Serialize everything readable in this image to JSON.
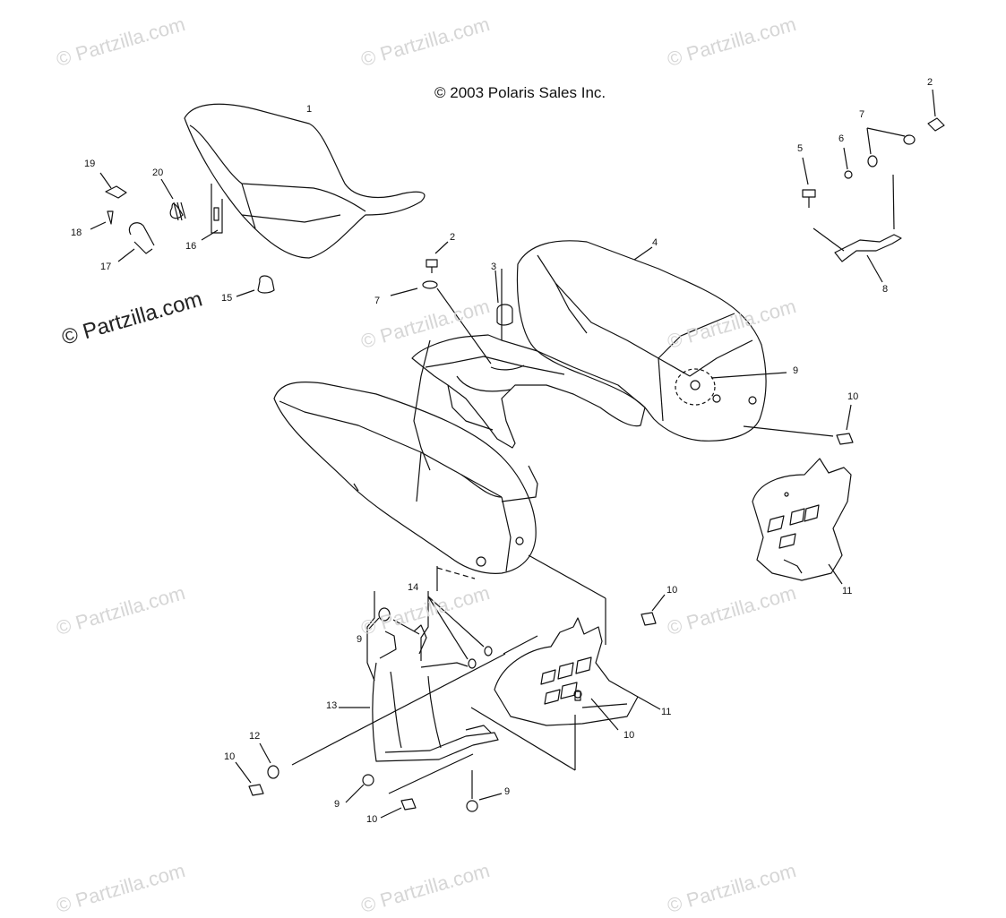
{
  "copyright": "© 2003 Polaris Sales Inc.",
  "watermark_main": "© Partzilla.com",
  "watermark_faint": "© Partzilla.com",
  "callouts": [
    "1",
    "2",
    "3",
    "4",
    "5",
    "6",
    "7",
    "8",
    "9",
    "10",
    "11",
    "12",
    "13",
    "14",
    "15",
    "16",
    "17",
    "18",
    "19",
    "20"
  ],
  "callout_instances": {
    "c1": "1",
    "c2a": "2",
    "c2b": "2",
    "c3": "3",
    "c4": "4",
    "c5": "5",
    "c6": "6",
    "c7a": "7",
    "c7b": "7",
    "c8": "8",
    "c9a": "9",
    "c9b": "9",
    "c9c": "9",
    "c9d": "9",
    "c10a": "10",
    "c10b": "10",
    "c10c": "10",
    "c10d": "10",
    "c10e": "10",
    "c11a": "11",
    "c11b": "11",
    "c12": "12",
    "c13": "13",
    "c14": "14",
    "c15": "15",
    "c16": "16",
    "c17": "17",
    "c18": "18",
    "c19": "19",
    "c20": "20"
  },
  "colors": {
    "line": "#111111",
    "watermark": "#d6d6d6",
    "background": "#ffffff"
  }
}
